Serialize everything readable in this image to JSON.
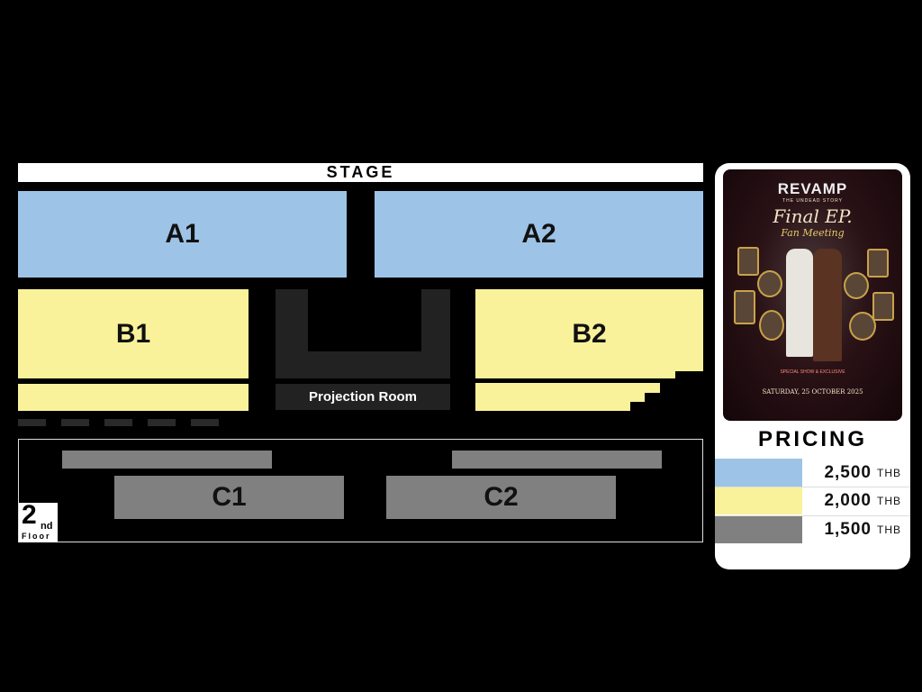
{
  "stage": "STAGE",
  "zones": {
    "a1": "A1",
    "a2": "A2",
    "b1": "B1",
    "b2": "B2",
    "c1": "C1",
    "c2": "C2"
  },
  "projection_room": "Projection Room",
  "floor_badge": {
    "number": "2",
    "suffix": "nd",
    "label": "Floor"
  },
  "poster": {
    "brand": "REVAMP",
    "subtitle": "THE UNDEAD STORY",
    "title": "Final EP.",
    "title2": "Fan Meeting",
    "special": "SPECIAL SHOW & EXCLUSIVE",
    "date": "SATURDAY, 25 OCTOBER 2025"
  },
  "pricing": {
    "heading": "PRICING",
    "tiers": [
      {
        "amount": "2,500",
        "currency": "THB",
        "color": "#9dc3e6"
      },
      {
        "amount": "2,000",
        "currency": "THB",
        "color": "#f9f29a"
      },
      {
        "amount": "1,500",
        "currency": "THB",
        "color": "#808080"
      }
    ]
  }
}
